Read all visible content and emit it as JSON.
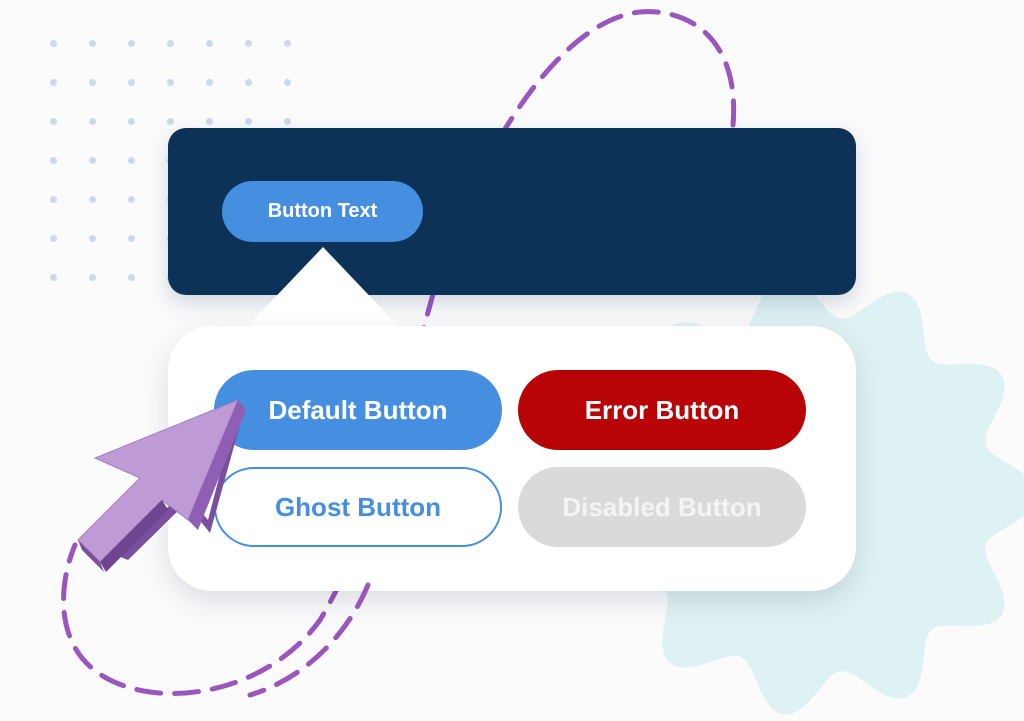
{
  "header_button": {
    "label": "Button Text"
  },
  "buttons": {
    "default": "Default Button",
    "error": "Error Button",
    "ghost": "Ghost Button",
    "disabled": "Disabled Button"
  },
  "colors": {
    "primary": "#458ee0",
    "error": "#b90407",
    "disabled": "#dadada",
    "dark_panel": "#0d3257",
    "cursor": "#bf9bd6",
    "dashed_path": "#9b55bf",
    "blob": "#dff2f3"
  },
  "icons": [
    "cursor-arrow-icon",
    "decorative-dots",
    "teal-gear-blob",
    "dashed-orbit-path"
  ]
}
